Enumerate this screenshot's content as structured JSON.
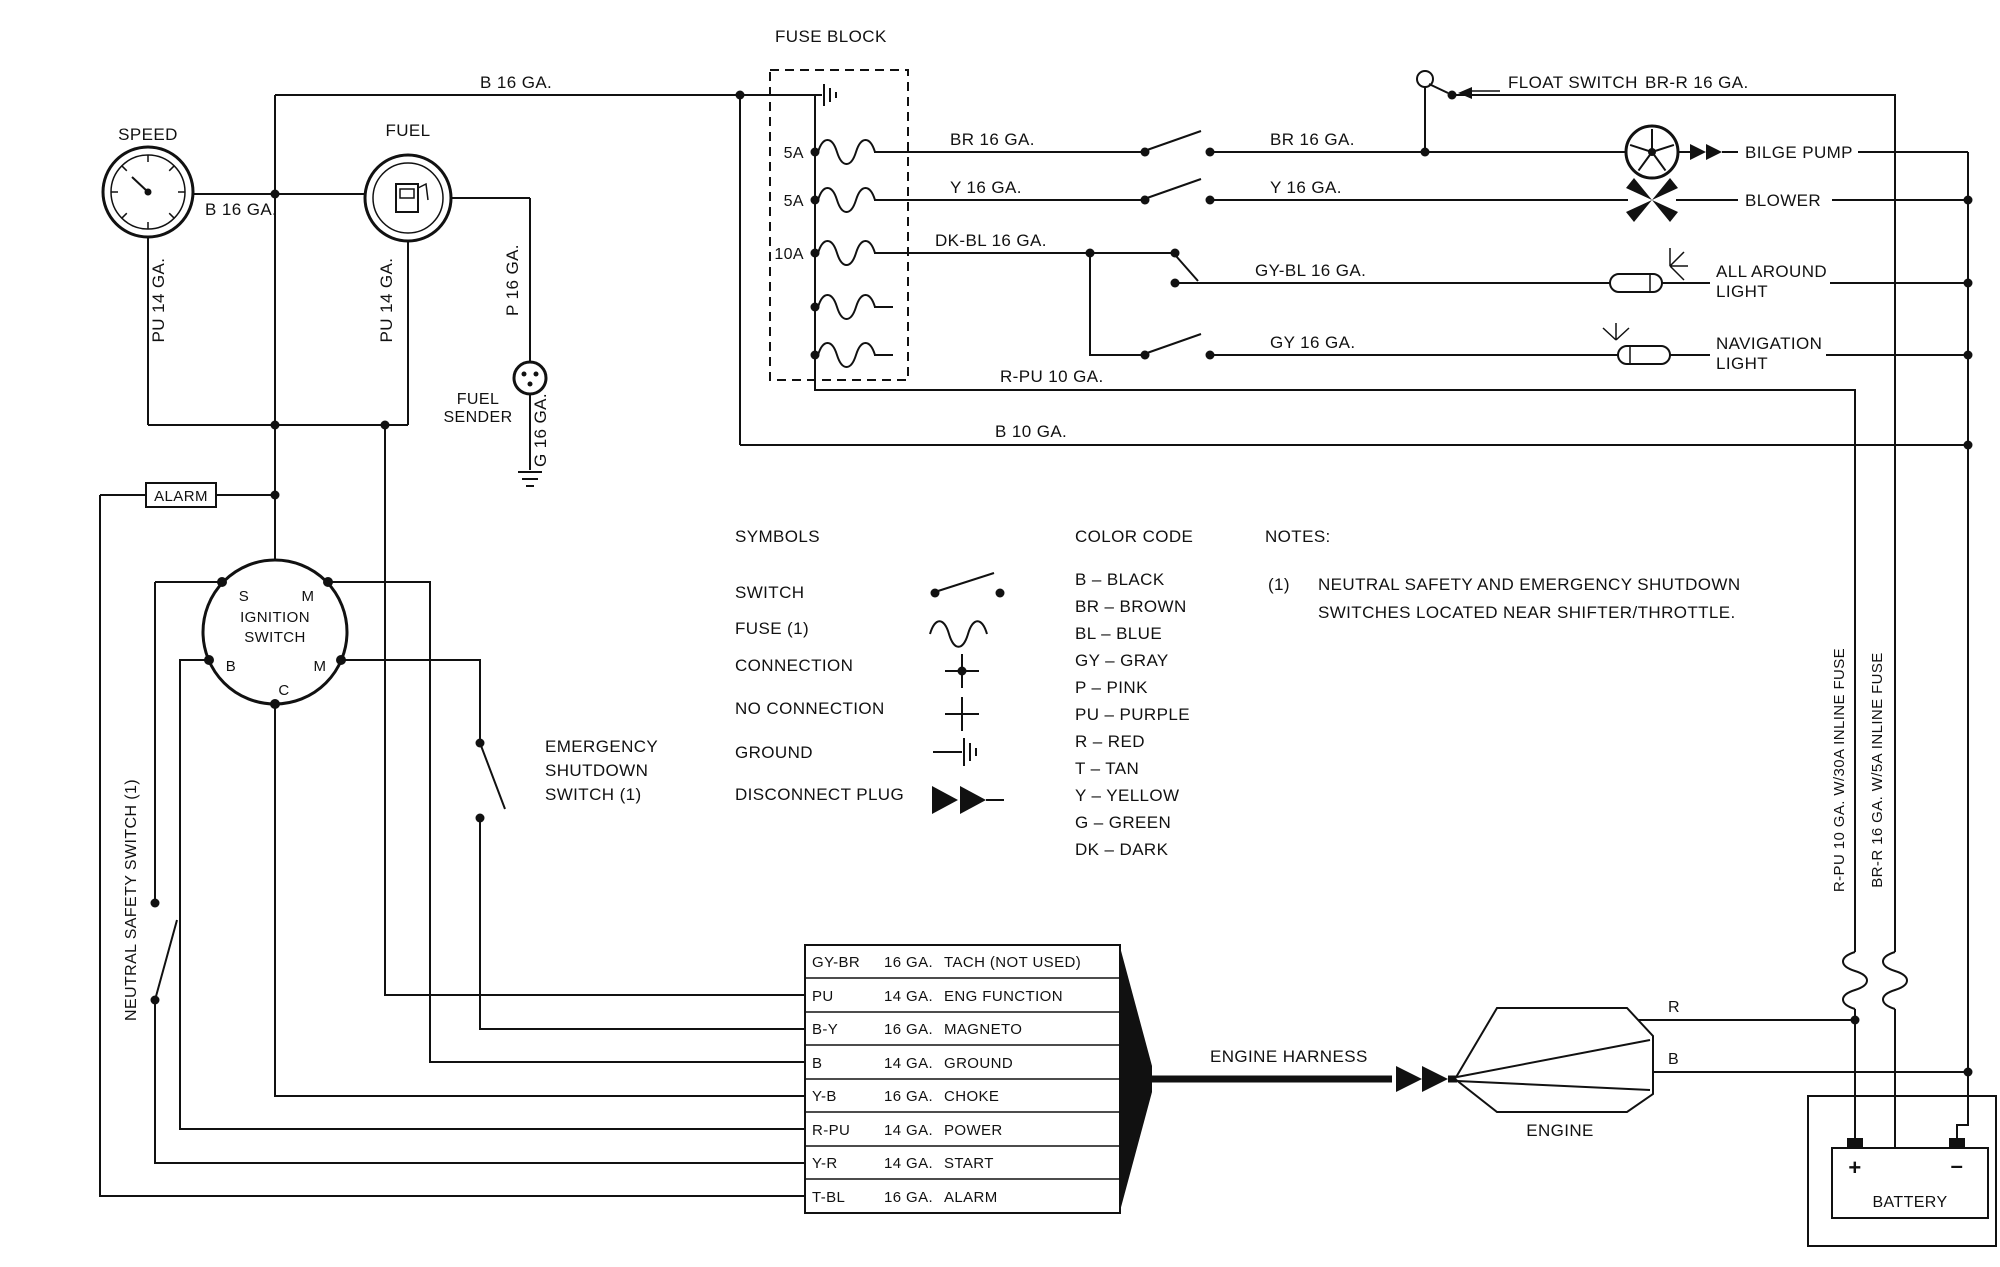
{
  "palette": {
    "ink": "#111111",
    "paper": "#ffffff"
  },
  "header": {
    "fuse_block_title": "FUSE BLOCK"
  },
  "gauges": {
    "speed": "SPEED",
    "fuel": "FUEL",
    "wire_top": "B 16 GA.",
    "wire_link": "B 16 GA.",
    "wire_pu14": "PU 14 GA.",
    "wire_p16": "P 16 GA.",
    "wire_g16": "G 16 GA.",
    "sender_line1": "FUEL",
    "sender_line2": "SENDER"
  },
  "fuse_block": {
    "amps": [
      "5A",
      "5A",
      "10A"
    ]
  },
  "feeds": {
    "rpu10": "R-PU 10 GA.",
    "b10": "B 10 GA.",
    "brr16": "BR-R 16 GA."
  },
  "branches": {
    "pre": [
      "BR 16 GA.",
      "Y 16 GA.",
      "DK-BL 16 GA."
    ],
    "post": [
      "BR 16 GA.",
      "Y 16 GA.",
      "GY-BL 16 GA.",
      "GY 16 GA."
    ]
  },
  "devices": {
    "float_switch": "FLOAT SWITCH",
    "bilge_pump": "BILGE PUMP",
    "blower": "BLOWER",
    "all_around_1": "ALL AROUND",
    "all_around_2": "LIGHT",
    "nav_1": "NAVIGATION",
    "nav_2": "LIGHT"
  },
  "alarm": {
    "label": "ALARM"
  },
  "ignition": {
    "line1": "IGNITION",
    "line2": "SWITCH",
    "terminals": [
      "S",
      "M",
      "B",
      "M",
      "C"
    ]
  },
  "aux_switches": {
    "emergency_1": "EMERGENCY",
    "emergency_2": "SHUTDOWN",
    "emergency_3": "SWITCH (1)",
    "neutral": "NEUTRAL SAFETY SWITCH (1)"
  },
  "legend": {
    "symbols_title": "SYMBOLS",
    "symbols": [
      "SWITCH",
      "FUSE (1)",
      "CONNECTION",
      "NO CONNECTION",
      "GROUND",
      "DISCONNECT PLUG"
    ],
    "color_title": "COLOR CODE",
    "colors": [
      "B – BLACK",
      "BR – BROWN",
      "BL – BLUE",
      "GY – GRAY",
      "P – PINK",
      "PU – PURPLE",
      "R – RED",
      "T – TAN",
      "Y – YELLOW",
      "G – GREEN",
      "DK – DARK"
    ],
    "notes_title": "NOTES:",
    "note1_marker": "(1)",
    "note1_line1": "NEUTRAL SAFETY AND EMERGENCY SHUTDOWN",
    "note1_line2": "SWITCHES LOCATED NEAR SHIFTER/THROTTLE."
  },
  "harness": {
    "rows": [
      {
        "code": "GY-BR",
        "ga": "16 GA.",
        "fn": "TACH (NOT USED)"
      },
      {
        "code": "PU",
        "ga": "14 GA.",
        "fn": "ENG FUNCTION"
      },
      {
        "code": "B-Y",
        "ga": "16 GA.",
        "fn": "MAGNETO"
      },
      {
        "code": "B",
        "ga": "14 GA.",
        "fn": "GROUND"
      },
      {
        "code": "Y-B",
        "ga": "16 GA.",
        "fn": "CHOKE"
      },
      {
        "code": "R-PU",
        "ga": "14 GA.",
        "fn": "POWER"
      },
      {
        "code": "Y-R",
        "ga": "14 GA.",
        "fn": "START"
      },
      {
        "code": "T-BL",
        "ga": "16 GA.",
        "fn": "ALARM"
      }
    ],
    "engine_harness": "ENGINE HARNESS",
    "engine": "ENGINE",
    "wire_r": "R",
    "wire_b": "B"
  },
  "power": {
    "inline_rpu": "R-PU 10 GA. W/30A INLINE FUSE",
    "inline_brr": "BR-R 16 GA. W/5A INLINE FUSE",
    "battery": "BATTERY",
    "plus": "+",
    "minus": "–"
  },
  "icons": {
    "ground": "⏚",
    "fuse": "∿",
    "switch": "╱",
    "connection": "+",
    "disconnect_plug": "»",
    "bilge_pump": "pinwheel",
    "blower": "x-fan",
    "light": "capsule-with-rays"
  }
}
